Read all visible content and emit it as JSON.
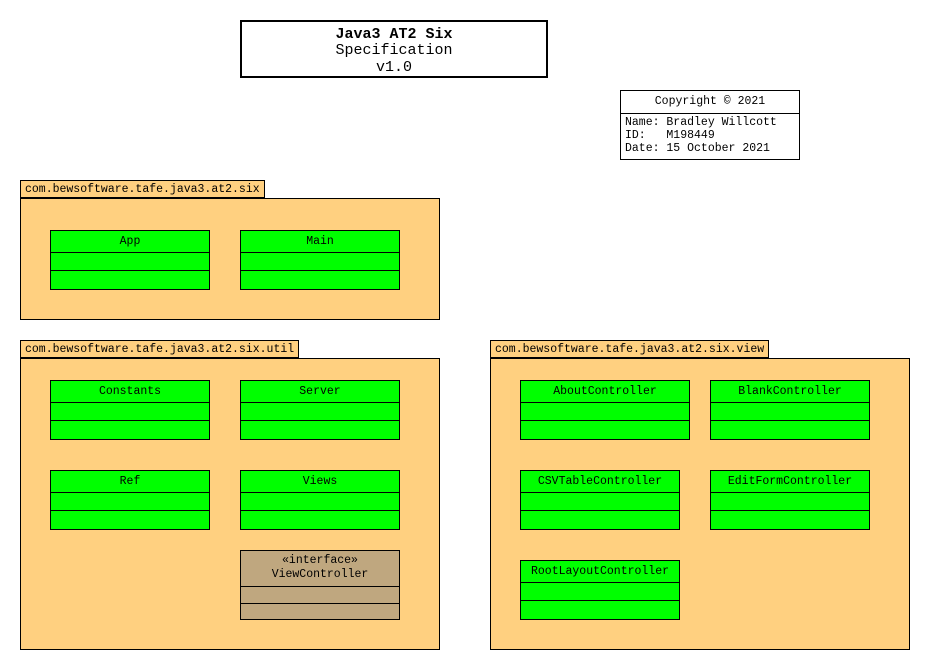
{
  "title": {
    "line1": "Java3 AT2 Six",
    "line2": "Specification",
    "line3": "v1.0"
  },
  "copyright": {
    "heading": "Copyright © 2021",
    "name_line": "Name: Bradley Willcott",
    "id_line": "ID:   M198449",
    "date_line": "Date: 15 October 2021"
  },
  "packages": {
    "root": {
      "name": "com.bewsoftware.tafe.java3.at2.six",
      "classes": [
        "App",
        "Main"
      ]
    },
    "util": {
      "name": "com.bewsoftware.tafe.java3.at2.six.util",
      "classes": [
        "Constants",
        "Server",
        "Ref",
        "Views"
      ],
      "interface": {
        "stereotype": "«interface»",
        "name": "ViewController"
      }
    },
    "view": {
      "name": "com.bewsoftware.tafe.java3.at2.six.view",
      "classes": [
        "AboutController",
        "BlankController",
        "CSVTableController",
        "EditFormController",
        "RootLayoutController"
      ]
    }
  },
  "colors": {
    "package_fill": "#ffd080",
    "class_fill": "#00ff00",
    "interface_fill": "#bfa77f"
  }
}
